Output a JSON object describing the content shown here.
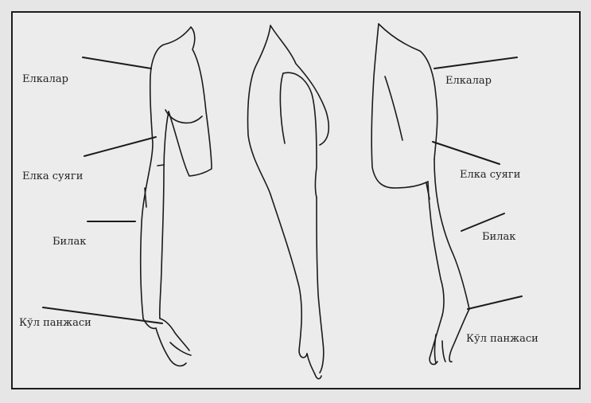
{
  "labels": {
    "left": {
      "shoulders": "Елкалар",
      "humerus": "Елка суяги",
      "forearm": "Билак",
      "hand": "Кўл панжаси"
    },
    "right": {
      "shoulders": "Елкалар",
      "humerus": "Елка суяги",
      "forearm": "Билак",
      "hand": "Кўл панжаси"
    }
  },
  "colors": {
    "line": "#1b1b1b",
    "paper": "#ececec",
    "frame": "#1d1d1d"
  }
}
